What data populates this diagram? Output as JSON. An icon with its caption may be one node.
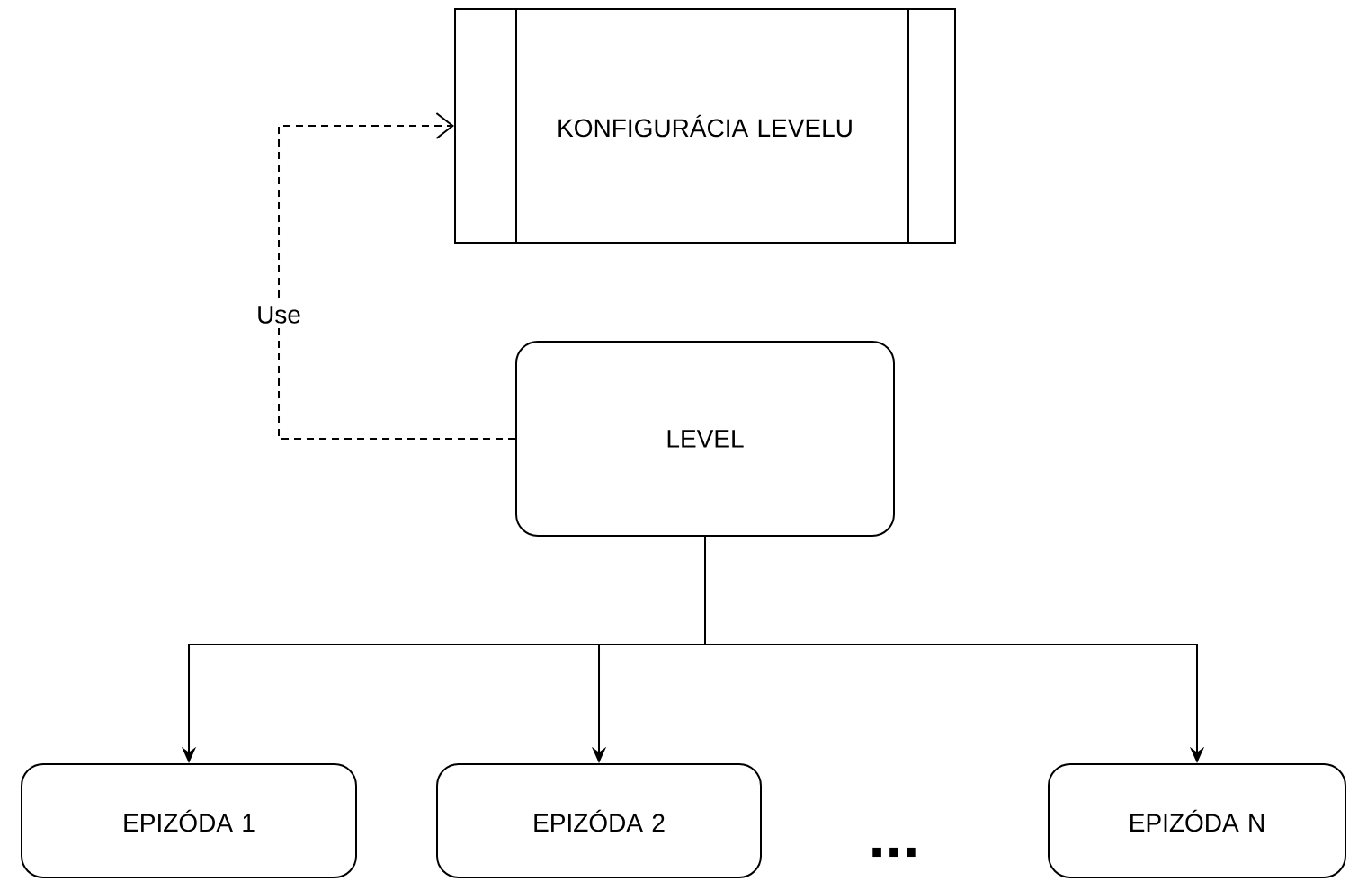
{
  "diagram": {
    "nodes": [
      {
        "text": [
          "KONFIGURÁCIA LEVELU"
        ]
      },
      {
        "text": [
          "LEVEL"
        ]
      },
      {
        "text": [
          "EPIZÓDA 1"
        ]
      },
      {
        "text": [
          "EPIZÓDA 2"
        ]
      },
      {
        "text": [
          "EPIZÓDA N"
        ]
      }
    ],
    "edges": [
      {
        "from": 1,
        "to": 0,
        "arrow": "to",
        "style": "dashed",
        "label": "Use"
      },
      {
        "from": 1,
        "to": 2,
        "arrow": "to"
      },
      {
        "from": 1,
        "to": 3,
        "arrow": "to"
      },
      {
        "from": 1,
        "to": 4,
        "arrow": "to"
      }
    ],
    "labels": [
      "..."
    ]
  }
}
